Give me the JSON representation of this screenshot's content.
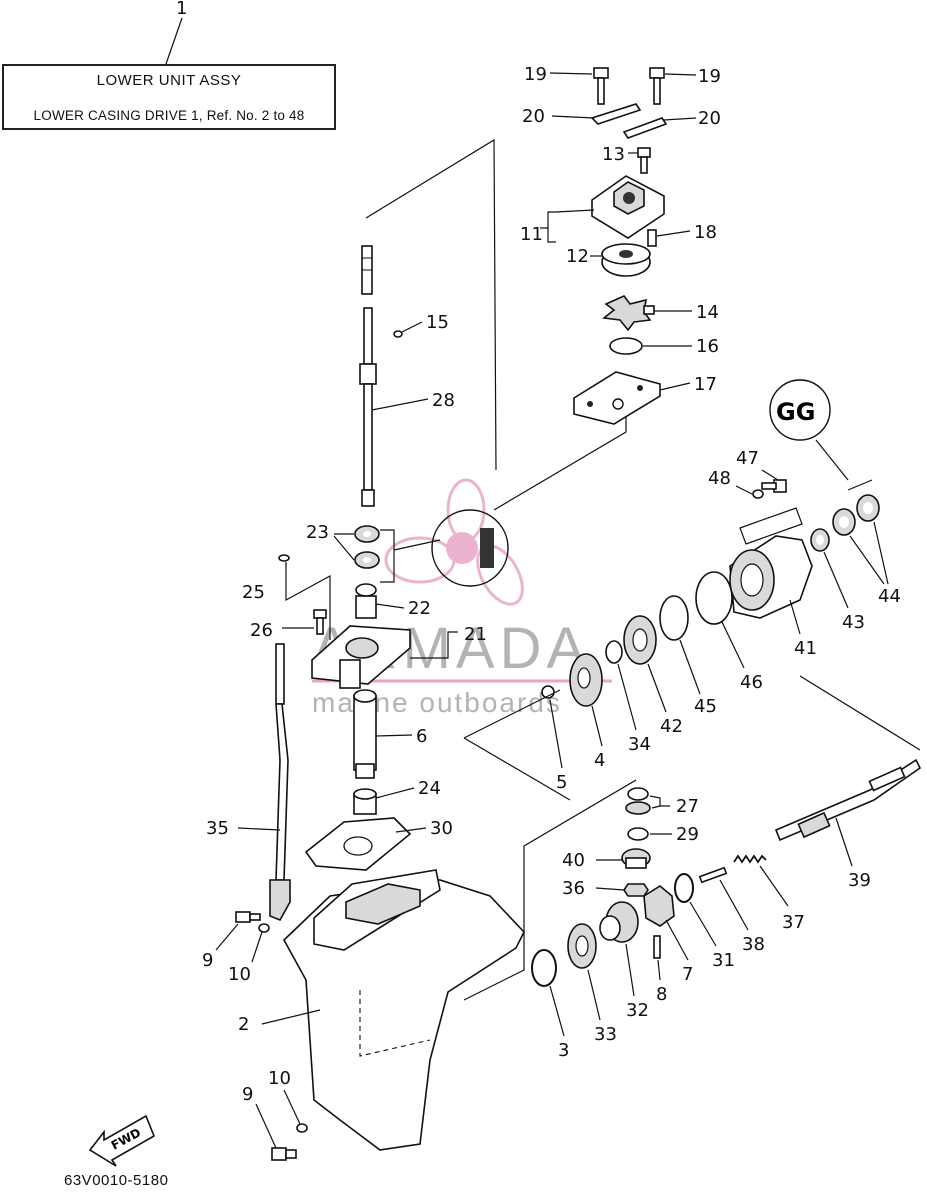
{
  "title_box": {
    "ref_number": "1",
    "line1": "LOWER UNIT ASSY",
    "line2": "LOWER CASING DRIVE 1, Ref. No. 2 to 48"
  },
  "callouts": [
    {
      "id": "19a",
      "text": "19"
    },
    {
      "id": "19b",
      "text": "19"
    },
    {
      "id": "20a",
      "text": "20"
    },
    {
      "id": "20b",
      "text": "20"
    },
    {
      "id": "13",
      "text": "13"
    },
    {
      "id": "11",
      "text": "11"
    },
    {
      "id": "18",
      "text": "18"
    },
    {
      "id": "12",
      "text": "12"
    },
    {
      "id": "14",
      "text": "14"
    },
    {
      "id": "15",
      "text": "15"
    },
    {
      "id": "16",
      "text": "16"
    },
    {
      "id": "17",
      "text": "17"
    },
    {
      "id": "28",
      "text": "28"
    },
    {
      "id": "47",
      "text": "47"
    },
    {
      "id": "48",
      "text": "48"
    },
    {
      "id": "23",
      "text": "23"
    },
    {
      "id": "25",
      "text": "25"
    },
    {
      "id": "22",
      "text": "22"
    },
    {
      "id": "26",
      "text": "26"
    },
    {
      "id": "21",
      "text": "21"
    },
    {
      "id": "44",
      "text": "44"
    },
    {
      "id": "43",
      "text": "43"
    },
    {
      "id": "41",
      "text": "41"
    },
    {
      "id": "46",
      "text": "46"
    },
    {
      "id": "45",
      "text": "45"
    },
    {
      "id": "42",
      "text": "42"
    },
    {
      "id": "33",
      "text": "33"
    },
    {
      "id": "32",
      "text": "32"
    },
    {
      "id": "34",
      "text": "34"
    },
    {
      "id": "4",
      "text": "4"
    },
    {
      "id": "3",
      "text": "3"
    },
    {
      "id": "5",
      "text": "5"
    },
    {
      "id": "6",
      "text": "6"
    },
    {
      "id": "24",
      "text": "24"
    },
    {
      "id": "27",
      "text": "27"
    },
    {
      "id": "29",
      "text": "29"
    },
    {
      "id": "30",
      "text": "30"
    },
    {
      "id": "35",
      "text": "35"
    },
    {
      "id": "40",
      "text": "40"
    },
    {
      "id": "36",
      "text": "36"
    },
    {
      "id": "39",
      "text": "39"
    },
    {
      "id": "37",
      "text": "37"
    },
    {
      "id": "38",
      "text": "38"
    },
    {
      "id": "31",
      "text": "31"
    },
    {
      "id": "7",
      "text": "7"
    },
    {
      "id": "8",
      "text": "8"
    },
    {
      "id": "9a",
      "text": "9"
    },
    {
      "id": "10a",
      "text": "10"
    },
    {
      "id": "2",
      "text": "2"
    },
    {
      "id": "9b",
      "text": "9"
    },
    {
      "id": "10b",
      "text": "10"
    }
  ],
  "grease_label": "GG",
  "fwd_label": "FWD",
  "diagram_code": "63V0010-5180",
  "watermark": {
    "main": "ARMADA",
    "sub": "marine outboards",
    "accent": "#e8a6c8",
    "gray": "#9a9a9a"
  }
}
